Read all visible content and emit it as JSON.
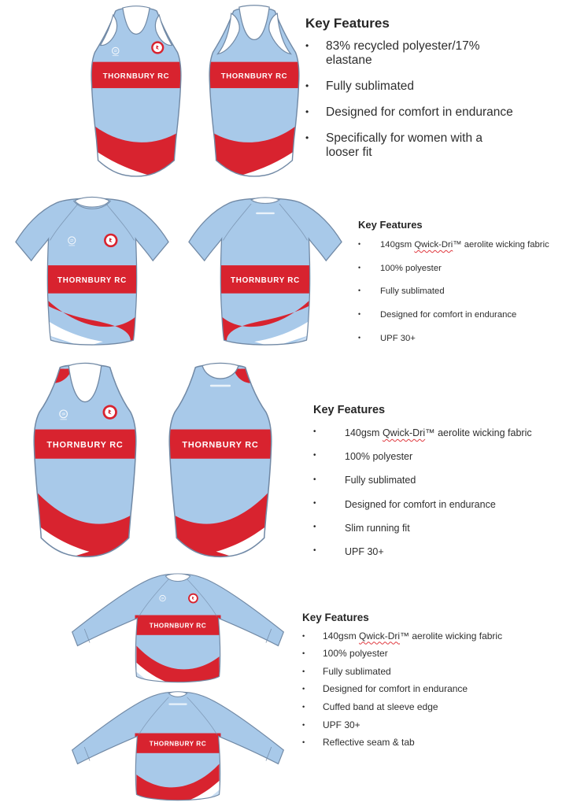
{
  "garment": {
    "label": "THORNBURY RC"
  },
  "colors": {
    "fabric_blue": "#a8c9e9",
    "fabric_blue_light": "#c9ddf2",
    "accent_red": "#d8232f",
    "outline_blue_grey": "#7189a5",
    "body_text": "#2e2e2e",
    "brand_underline_red": "#e03a40",
    "band_text_white": "#ffffff"
  },
  "sections": [
    {
      "id": "womens-racer-vest",
      "features": {
        "heading": "Key Features",
        "items": [
          {
            "text": "83% recycled polyester/17% elastane"
          },
          {
            "text": "Fully sublimated"
          },
          {
            "text": "Designed for comfort in endurance"
          },
          {
            "text": "Specifically for women with a looser fit"
          }
        ]
      }
    },
    {
      "id": "tee",
      "features": {
        "heading": "Key Features",
        "items": [
          {
            "pre": "140gsm ",
            "brand": "Qwick-Dri",
            "tm": "™",
            "post": " aerolite wicking fabric"
          },
          {
            "text": "100% polyester"
          },
          {
            "text": "Fully sublimated"
          },
          {
            "text": "Designed for comfort in endurance"
          },
          {
            "text": "UPF 30+"
          }
        ]
      }
    },
    {
      "id": "running-vest",
      "features": {
        "heading": "Key Features",
        "items": [
          {
            "pre": "140gsm ",
            "brand": "Qwick-Dri",
            "tm": "™",
            "post": " aerolite wicking fabric"
          },
          {
            "text": "100% polyester"
          },
          {
            "text": "Fully sublimated"
          },
          {
            "text": "Designed for comfort in endurance"
          },
          {
            "text": "Slim running fit"
          },
          {
            "text": "UPF 30+"
          }
        ]
      }
    },
    {
      "id": "long-sleeve",
      "features": {
        "heading": "Key Features",
        "items": [
          {
            "pre": "140gsm ",
            "brand": "Qwick-Dri",
            "tm": "™",
            "post": " aerolite wicking fabric"
          },
          {
            "text": "100% polyester"
          },
          {
            "text": "Fully sublimated"
          },
          {
            "text": "Designed for comfort in endurance"
          },
          {
            "text": "Cuffed band at sleeve edge"
          },
          {
            "text": "UPF 30+"
          },
          {
            "text": "Reflective seam & tab"
          }
        ]
      }
    }
  ]
}
